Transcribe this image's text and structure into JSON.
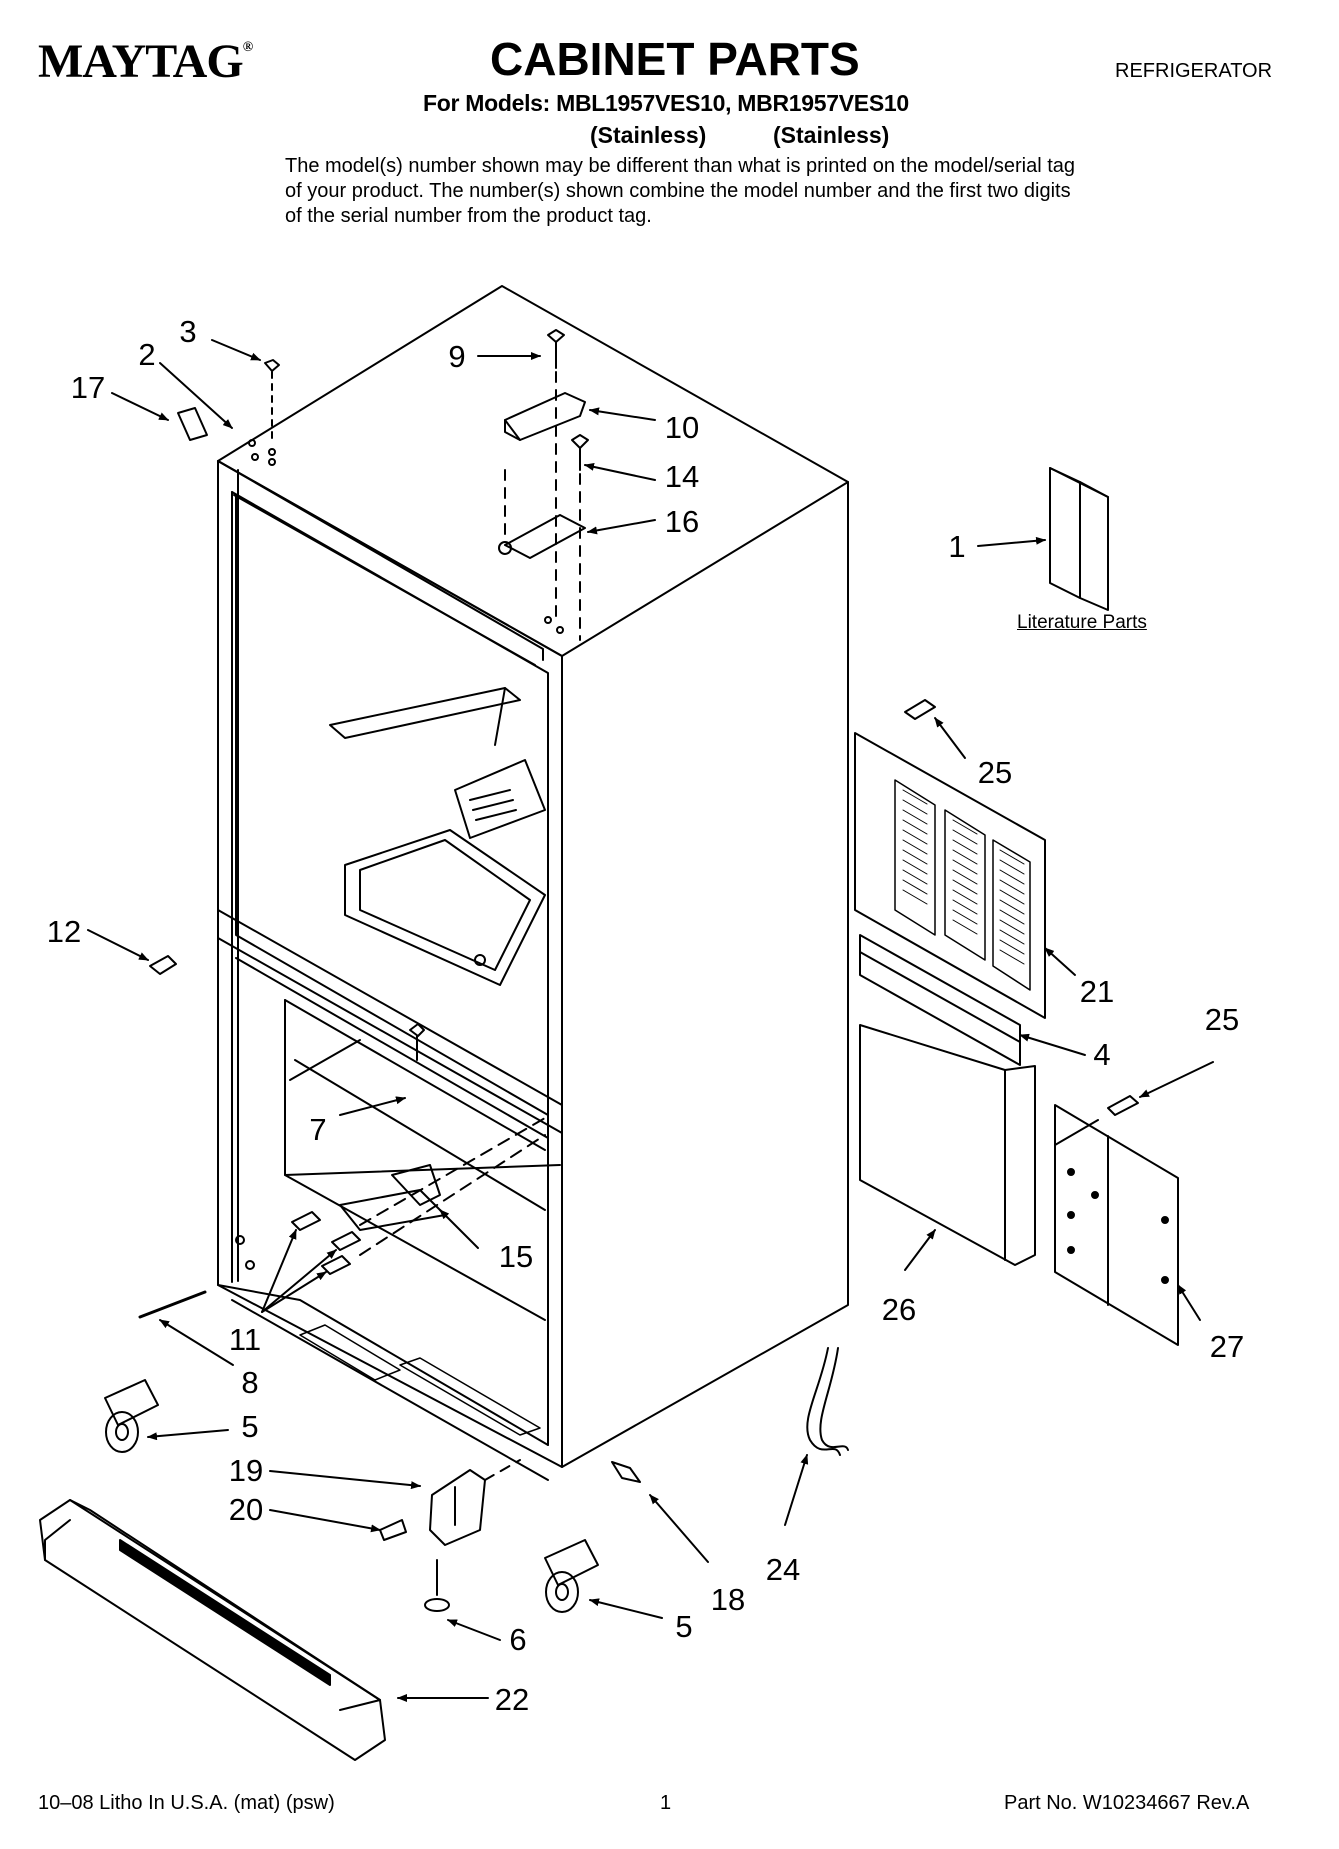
{
  "header": {
    "brand": "MAYTAG",
    "brand_mark": "®",
    "title": "CABINET PARTS",
    "category": "REFRIGERATOR",
    "models_line": "For Models: MBL1957VES10, MBR1957VES10",
    "finish_1": "(Stainless)",
    "finish_2": "(Stainless)",
    "note": "The model(s) number shown may be different than what is printed on the model/serial tag of your product. The number(s) shown combine the model number and the first two digits of the serial number from the product tag."
  },
  "literature_label": "Literature Parts",
  "callouts": {
    "c1": "1",
    "c2": "2",
    "c3": "3",
    "c4": "4",
    "c5a": "5",
    "c5b": "5",
    "c6": "6",
    "c7": "7",
    "c8": "8",
    "c9": "9",
    "c10": "10",
    "c11": "11",
    "c12": "12",
    "c14": "14",
    "c15": "15",
    "c16": "16",
    "c17": "17",
    "c18": "18",
    "c19": "19",
    "c20": "20",
    "c21": "21",
    "c22": "22",
    "c24": "24",
    "c25a": "25",
    "c25b": "25",
    "c26": "26",
    "c27": "27"
  },
  "footer": {
    "left": "10–08 Litho In U.S.A. (mat) (psw)",
    "page": "1",
    "right": "Part No. W10234667 Rev.A"
  }
}
